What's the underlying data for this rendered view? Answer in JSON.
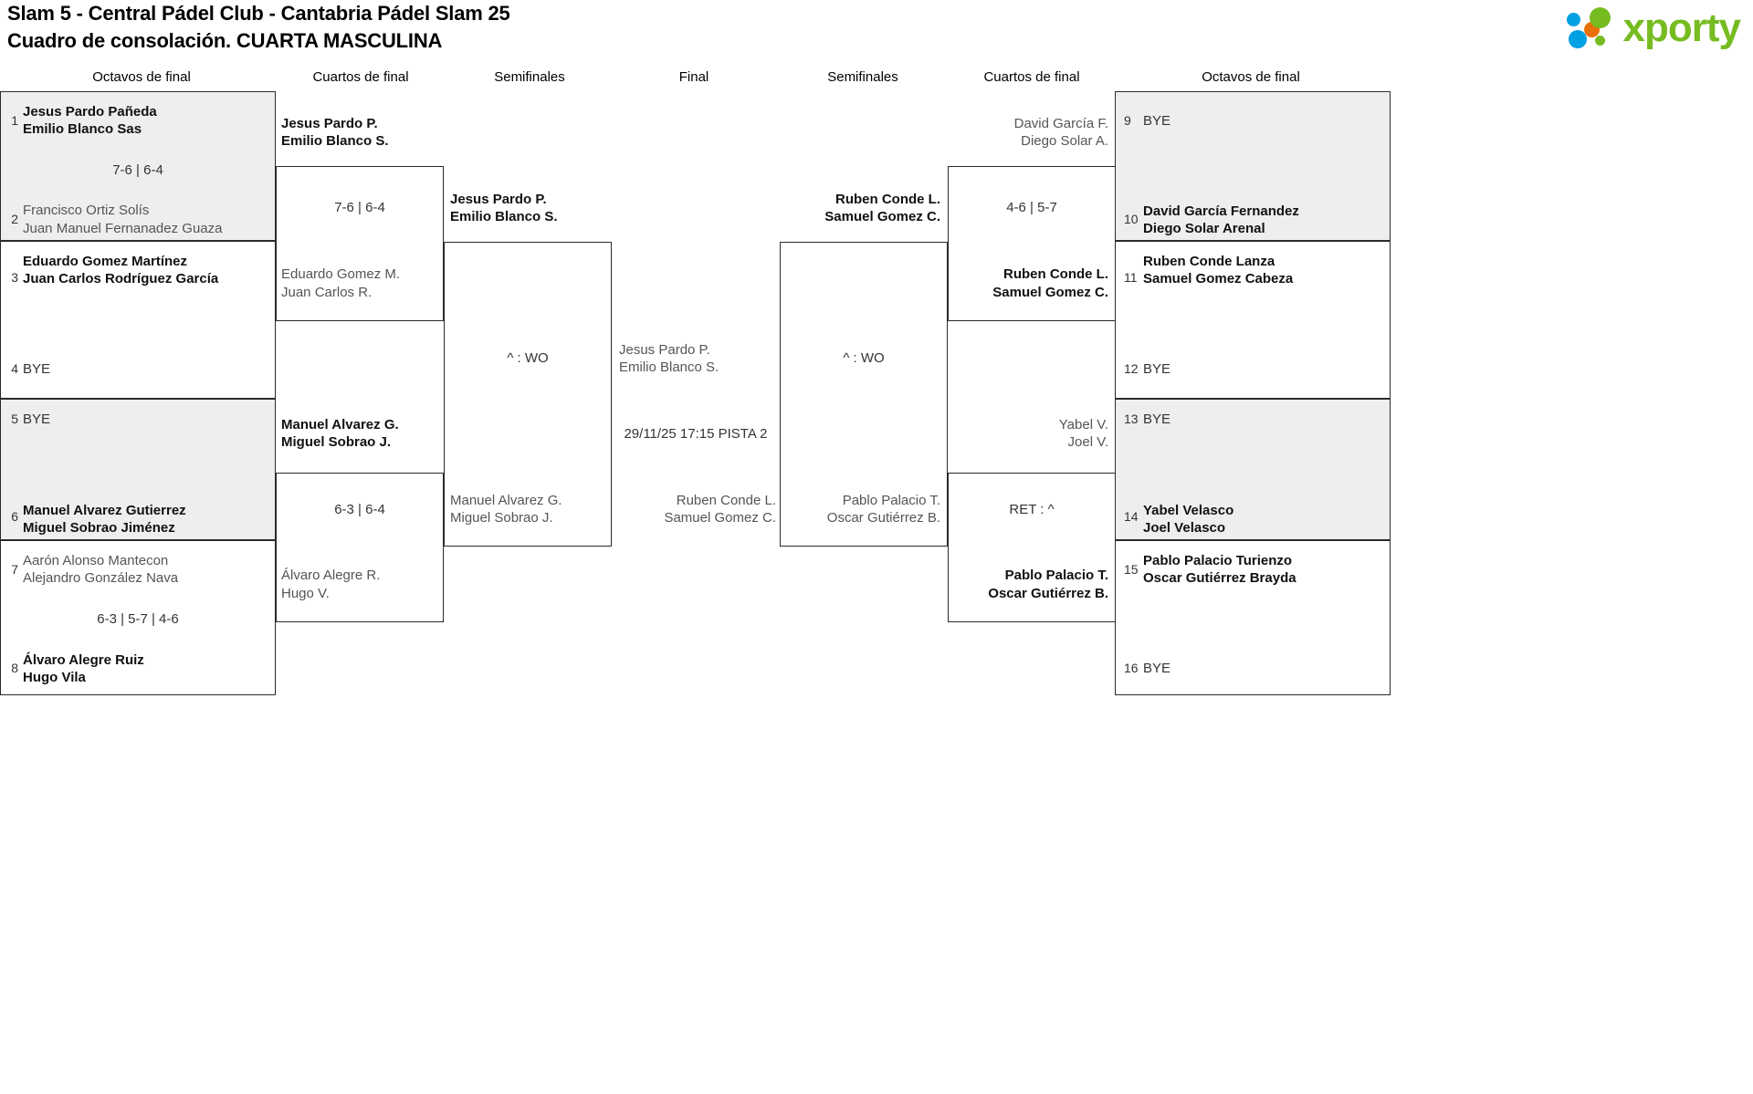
{
  "header": {
    "title_line1": "Slam 5 - Central Pádel Club - Cantabria Pádel Slam 25",
    "title_line2": "Cuadro de consolación. CUARTA MASCULINA",
    "logo_text": "xporty",
    "logo_colors": {
      "green": "#76bc21",
      "blue": "#00a0e3",
      "orange": "#e8700a"
    }
  },
  "rounds": [
    {
      "label": "Octavos de final"
    },
    {
      "label": "Cuartos de final"
    },
    {
      "label": "Semifinales"
    },
    {
      "label": "Final"
    },
    {
      "label": "Semifinales"
    },
    {
      "label": "Cuartos de final"
    },
    {
      "label": "Octavos de final"
    }
  ],
  "left": {
    "octavos": [
      {
        "seed": "1",
        "p1": "Jesus Pardo Pañeda",
        "p2": "Emilio Blanco Sas",
        "state": "win"
      },
      {
        "seed": "2",
        "p1": "Francisco Ortiz Solís",
        "p2": "Juan Manuel Fernanadez Guaza",
        "state": "lose"
      },
      {
        "seed": "3",
        "p1": "Eduardo Gomez Martínez",
        "p2": "Juan Carlos Rodríguez García",
        "state": "win"
      },
      {
        "seed": "4",
        "p1": "BYE",
        "p2": "",
        "state": "bye"
      },
      {
        "seed": "5",
        "p1": "BYE",
        "p2": "",
        "state": "bye"
      },
      {
        "seed": "6",
        "p1": "Manuel Alvarez Gutierrez",
        "p2": "Miguel Sobrao Jiménez",
        "state": "win"
      },
      {
        "seed": "7",
        "p1": "Aarón Alonso Mantecon",
        "p2": "Alejandro González Nava",
        "state": "lose"
      },
      {
        "seed": "8",
        "p1": "Álvaro Alegre Ruiz",
        "p2": "Hugo Vila",
        "state": "win"
      }
    ],
    "octavos_scores": [
      {
        "text": "7-6 | 6-4"
      },
      {
        "text": ""
      },
      {
        "text": ""
      },
      {
        "text": "6-3 | 5-7 | 4-6"
      }
    ],
    "cuartos": [
      {
        "p1": "Jesus Pardo P.",
        "p2": "Emilio Blanco S.",
        "state": "win"
      },
      {
        "p1": "Eduardo Gomez M.",
        "p2": "Juan Carlos R.",
        "state": "lose"
      },
      {
        "p1": "Manuel Alvarez G.",
        "p2": "Miguel Sobrao J.",
        "state": "win"
      },
      {
        "p1": "Álvaro Alegre R.",
        "p2": "Hugo V.",
        "state": "lose"
      }
    ],
    "cuartos_scores": [
      {
        "text": "7-6 | 6-4"
      },
      {
        "text": "6-3 | 6-4"
      }
    ],
    "semis": [
      {
        "p1": "Jesus Pardo P.",
        "p2": "Emilio Blanco S.",
        "state": "win"
      },
      {
        "p1": "Manuel Alvarez G.",
        "p2": "Miguel Sobrao J.",
        "state": "lose"
      }
    ],
    "semis_score": {
      "text": "^ : WO"
    }
  },
  "final": {
    "top": {
      "p1": "Jesus Pardo P.",
      "p2": "Emilio Blanco S.",
      "state": "lose"
    },
    "bottom": {
      "p1": "Ruben Conde L.",
      "p2": "Samuel Gomez C.",
      "state": "lose"
    },
    "schedule": "29/11/25 17:15 PISTA 2"
  },
  "right": {
    "semis": [
      {
        "p1": "Ruben Conde L.",
        "p2": "Samuel Gomez C.",
        "state": "win"
      },
      {
        "p1": "Pablo Palacio T.",
        "p2": "Oscar Gutiérrez B.",
        "state": "lose"
      }
    ],
    "semis_score": {
      "text": "^ : WO"
    },
    "cuartos": [
      {
        "p1": "David García F.",
        "p2": "Diego Solar A.",
        "state": "lose"
      },
      {
        "p1": "Ruben Conde L.",
        "p2": "Samuel Gomez C.",
        "state": "win"
      },
      {
        "p1": "Yabel V.",
        "p2": "Joel V.",
        "state": "lose"
      },
      {
        "p1": "Pablo Palacio T.",
        "p2": "Oscar Gutiérrez B.",
        "state": "win"
      }
    ],
    "cuartos_scores": [
      {
        "text": "4-6 | 5-7"
      },
      {
        "text": "RET : ^"
      }
    ],
    "octavos": [
      {
        "seed": "9",
        "p1": "BYE",
        "p2": "",
        "state": "bye"
      },
      {
        "seed": "10",
        "p1": "David García Fernandez",
        "p2": "Diego Solar Arenal",
        "state": "win"
      },
      {
        "seed": "11",
        "p1": "Ruben Conde Lanza",
        "p2": "Samuel Gomez Cabeza",
        "state": "win"
      },
      {
        "seed": "12",
        "p1": "BYE",
        "p2": "",
        "state": "bye"
      },
      {
        "seed": "13",
        "p1": "BYE",
        "p2": "",
        "state": "bye"
      },
      {
        "seed": "14",
        "p1": "Yabel Velasco",
        "p2": "Joel Velasco",
        "state": "win"
      },
      {
        "seed": "15",
        "p1": "Pablo Palacio Turienzo",
        "p2": "Oscar Gutiérrez Brayda",
        "state": "win"
      },
      {
        "seed": "16",
        "p1": "BYE",
        "p2": "",
        "state": "bye"
      }
    ]
  }
}
